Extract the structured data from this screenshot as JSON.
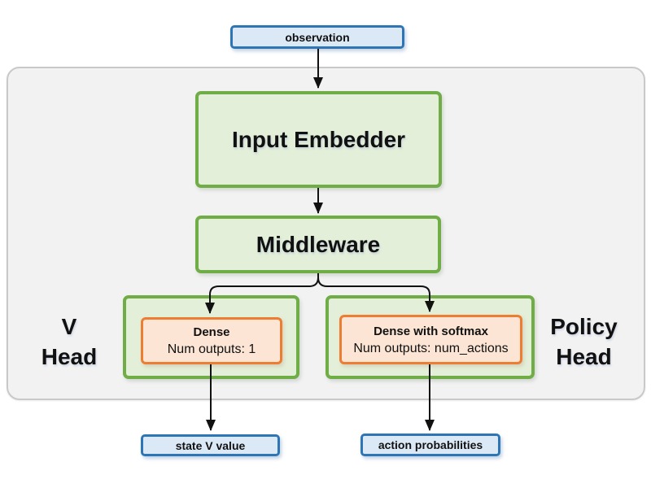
{
  "diagram": {
    "nodes": {
      "observation": {
        "label": "observation"
      },
      "input_embedder": {
        "label": "Input Embedder"
      },
      "middleware": {
        "label": "Middleware"
      },
      "v_head": {
        "title_line1": "V",
        "title_line2": "Head",
        "dense": {
          "name": "Dense",
          "detail": "Num outputs: 1"
        }
      },
      "policy_head": {
        "title_line1": "Policy",
        "title_line2": "Head",
        "dense": {
          "name": "Dense with softmax",
          "detail": "Num outputs: num_actions"
        }
      },
      "state_v_value": {
        "label": "state V value"
      },
      "action_probabilities": {
        "label": "action probabilities"
      }
    },
    "edges": [
      {
        "from": "observation",
        "to": "input_embedder"
      },
      {
        "from": "input_embedder",
        "to": "middleware"
      },
      {
        "from": "middleware",
        "to": "v_head_dense"
      },
      {
        "from": "middleware",
        "to": "policy_head_dense"
      },
      {
        "from": "v_head_dense",
        "to": "state_v_value"
      },
      {
        "from": "policy_head_dense",
        "to": "action_probabilities"
      }
    ],
    "colors": {
      "io_fill": "#dbe9f6",
      "io_border": "#2e75b6",
      "block_fill": "#e3efd9",
      "block_border": "#70ad47",
      "dense_fill": "#fce5d5",
      "dense_border": "#ed7d31",
      "container_fill": "#f2f2f2",
      "container_border": "#c9c9c9",
      "arrow": "#111111"
    }
  }
}
